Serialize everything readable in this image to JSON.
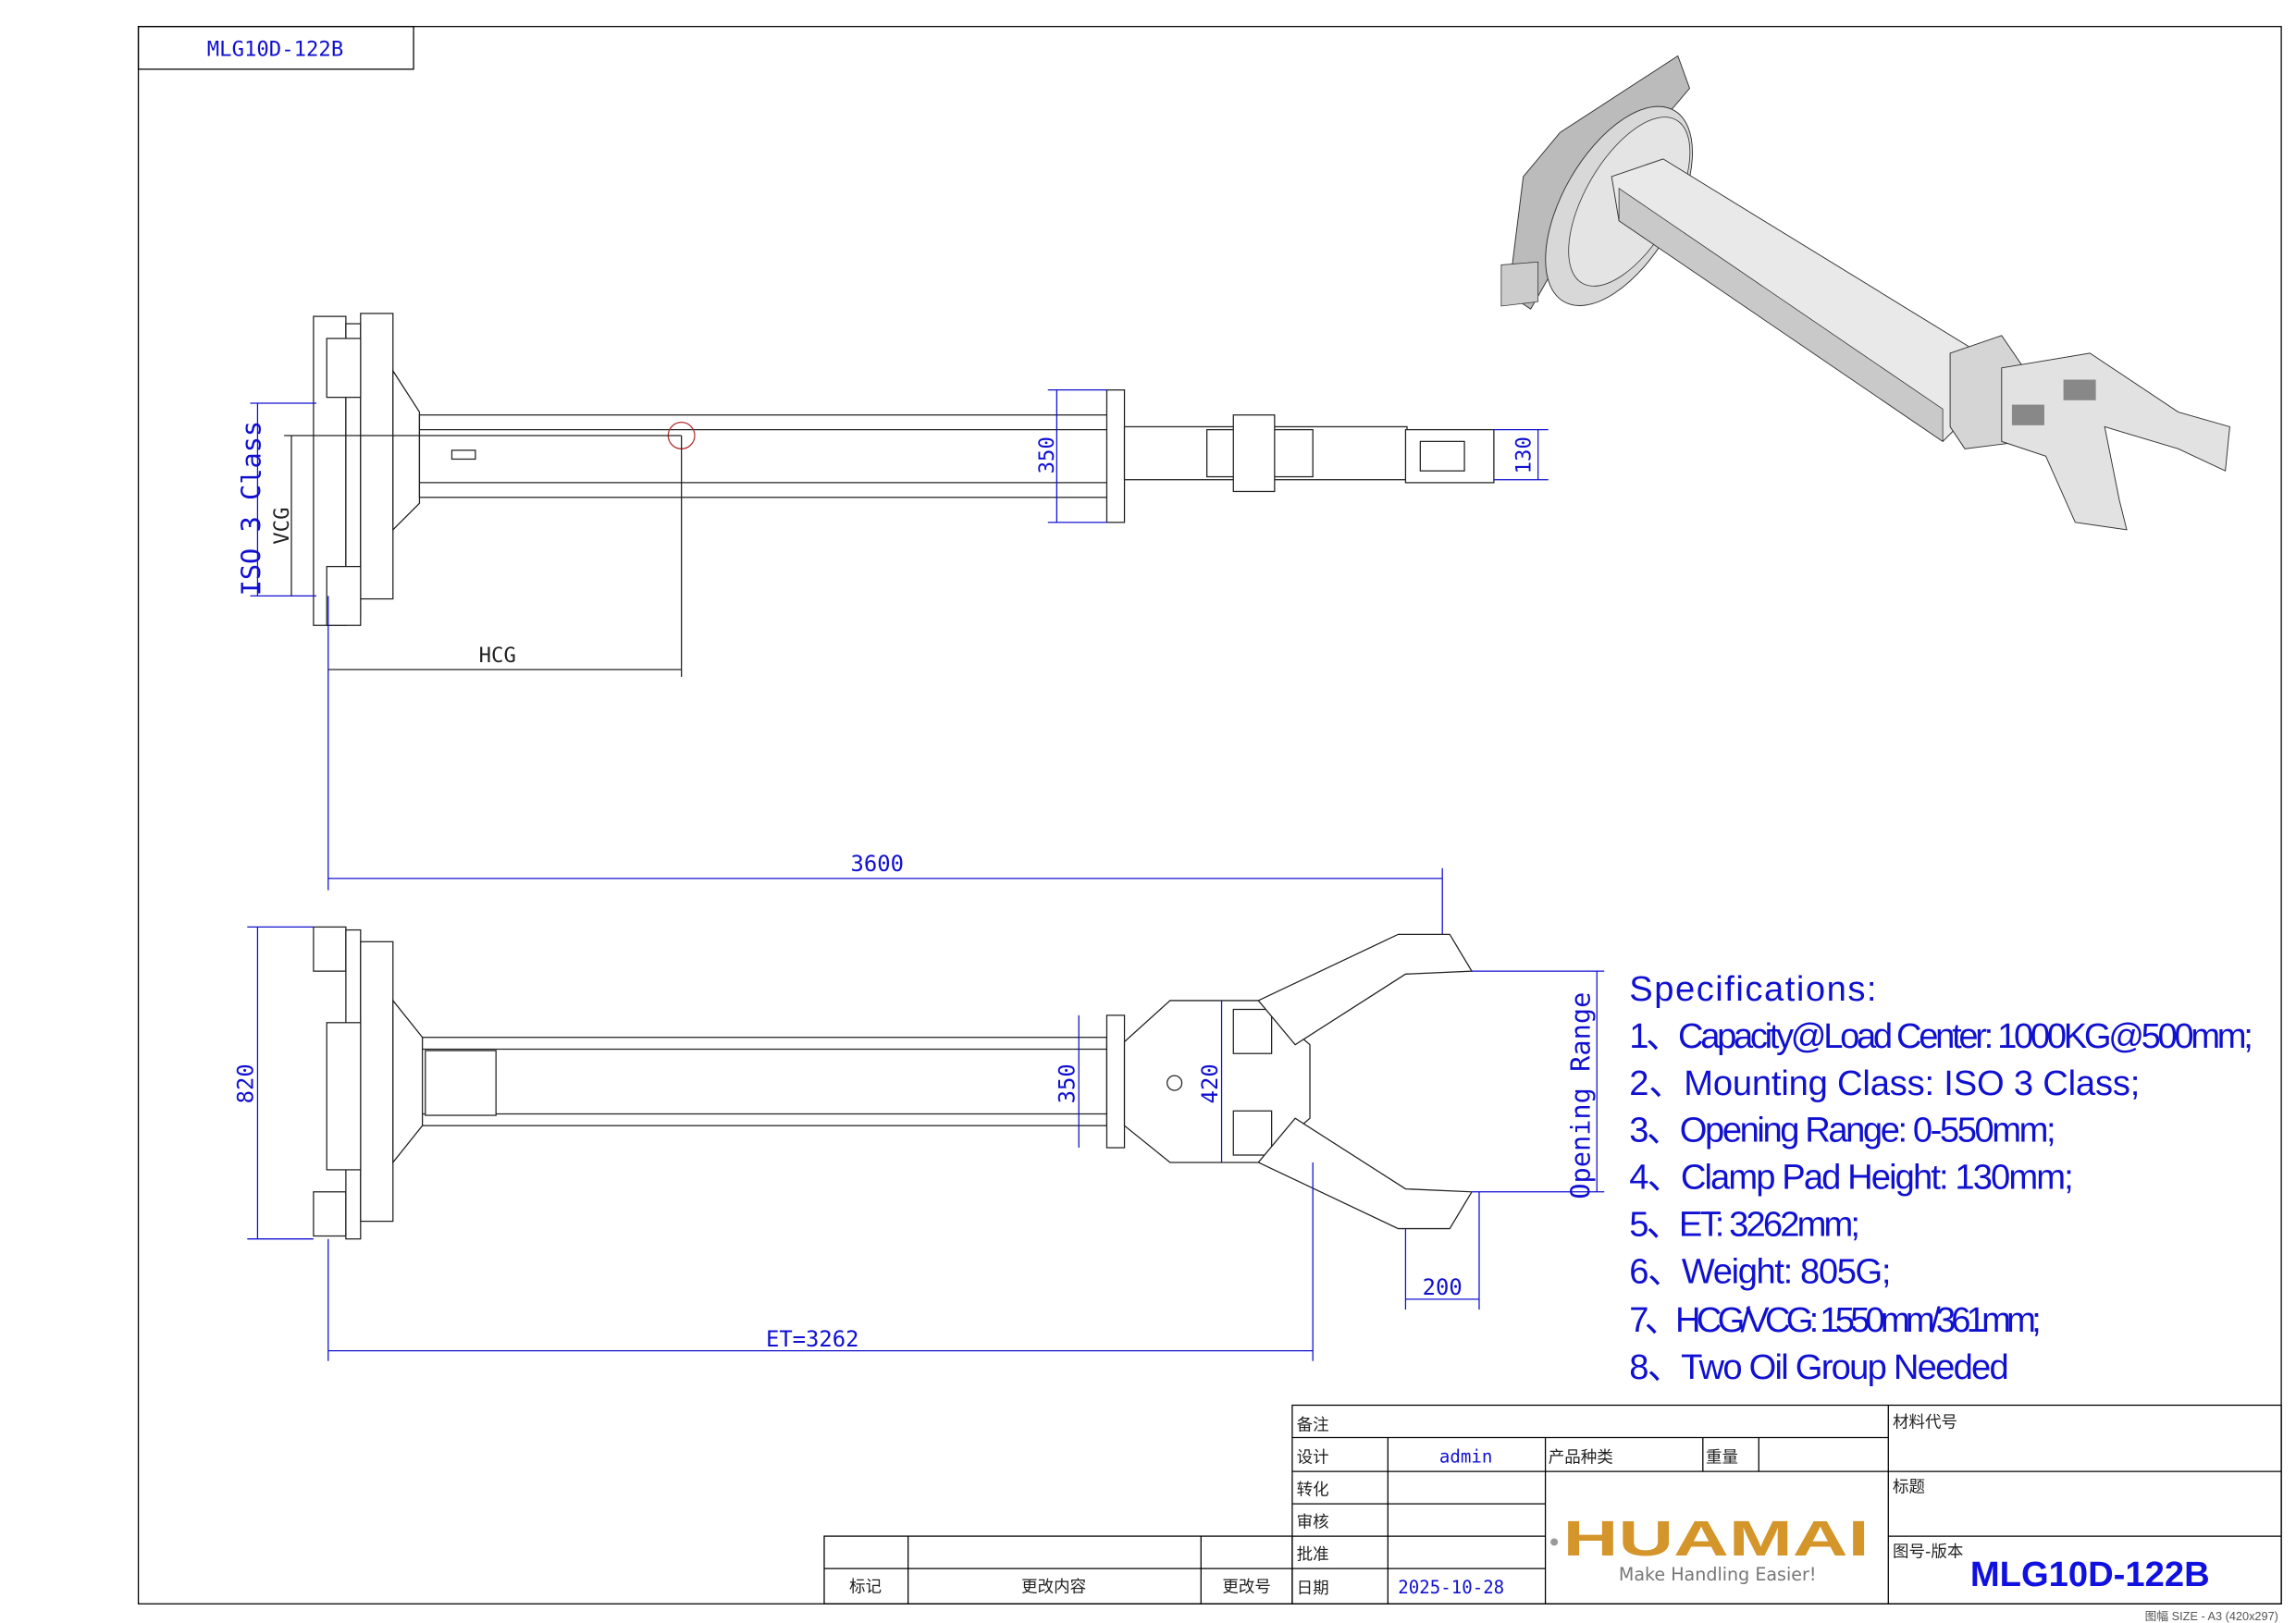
{
  "drawing": {
    "id_label": "MLG10D-122B",
    "dimensions": {
      "iso_class": "ISO 3 Class",
      "vcg": "VCG",
      "hcg": "HCG",
      "beam_height_top": "350",
      "pad_height": "130",
      "overall_length": "3600",
      "plate_height": "820",
      "beam_height_bottom": "350",
      "frame_height": "420",
      "opening_range": "Opening Range",
      "pad_width": "200",
      "et": "ET=3262"
    }
  },
  "specifications": {
    "title": "Specifications:",
    "items": [
      "1、Capacity@Load Center: 1000KG@500mm;",
      "2、Mounting Class: ISO 3 Class;",
      "3、Opening Range: 0-550mm;",
      "4、Clamp Pad Height: 130mm;",
      "5、ET: 3262mm;",
      "6、Weight: 805G;",
      "7、HCG/VCG: 1550mm/361mm;",
      "8、Two Oil Group Needed"
    ]
  },
  "title_block": {
    "remarks_label": "备注",
    "design_label": "设计",
    "designer": "admin",
    "product_type_label": "产品种类",
    "weight_label": "重量",
    "convert_label": "转化",
    "review_label": "审核",
    "approve_label": "批准",
    "date_label": "日期",
    "date": "2025-10-28",
    "material_code_label": "材料代号",
    "title_label": "标题",
    "drawing_no_label": "图号-版本",
    "drawing_no": "MLG10D-122B",
    "logo_text": "HUAMAI",
    "slogan": "Make Handling Easier!",
    "sheet_size": "图幅 SIZE - A3 (420x297)",
    "revision": {
      "mark_label": "标记",
      "content_label": "更改内容",
      "change_no_label": "更改号"
    }
  }
}
